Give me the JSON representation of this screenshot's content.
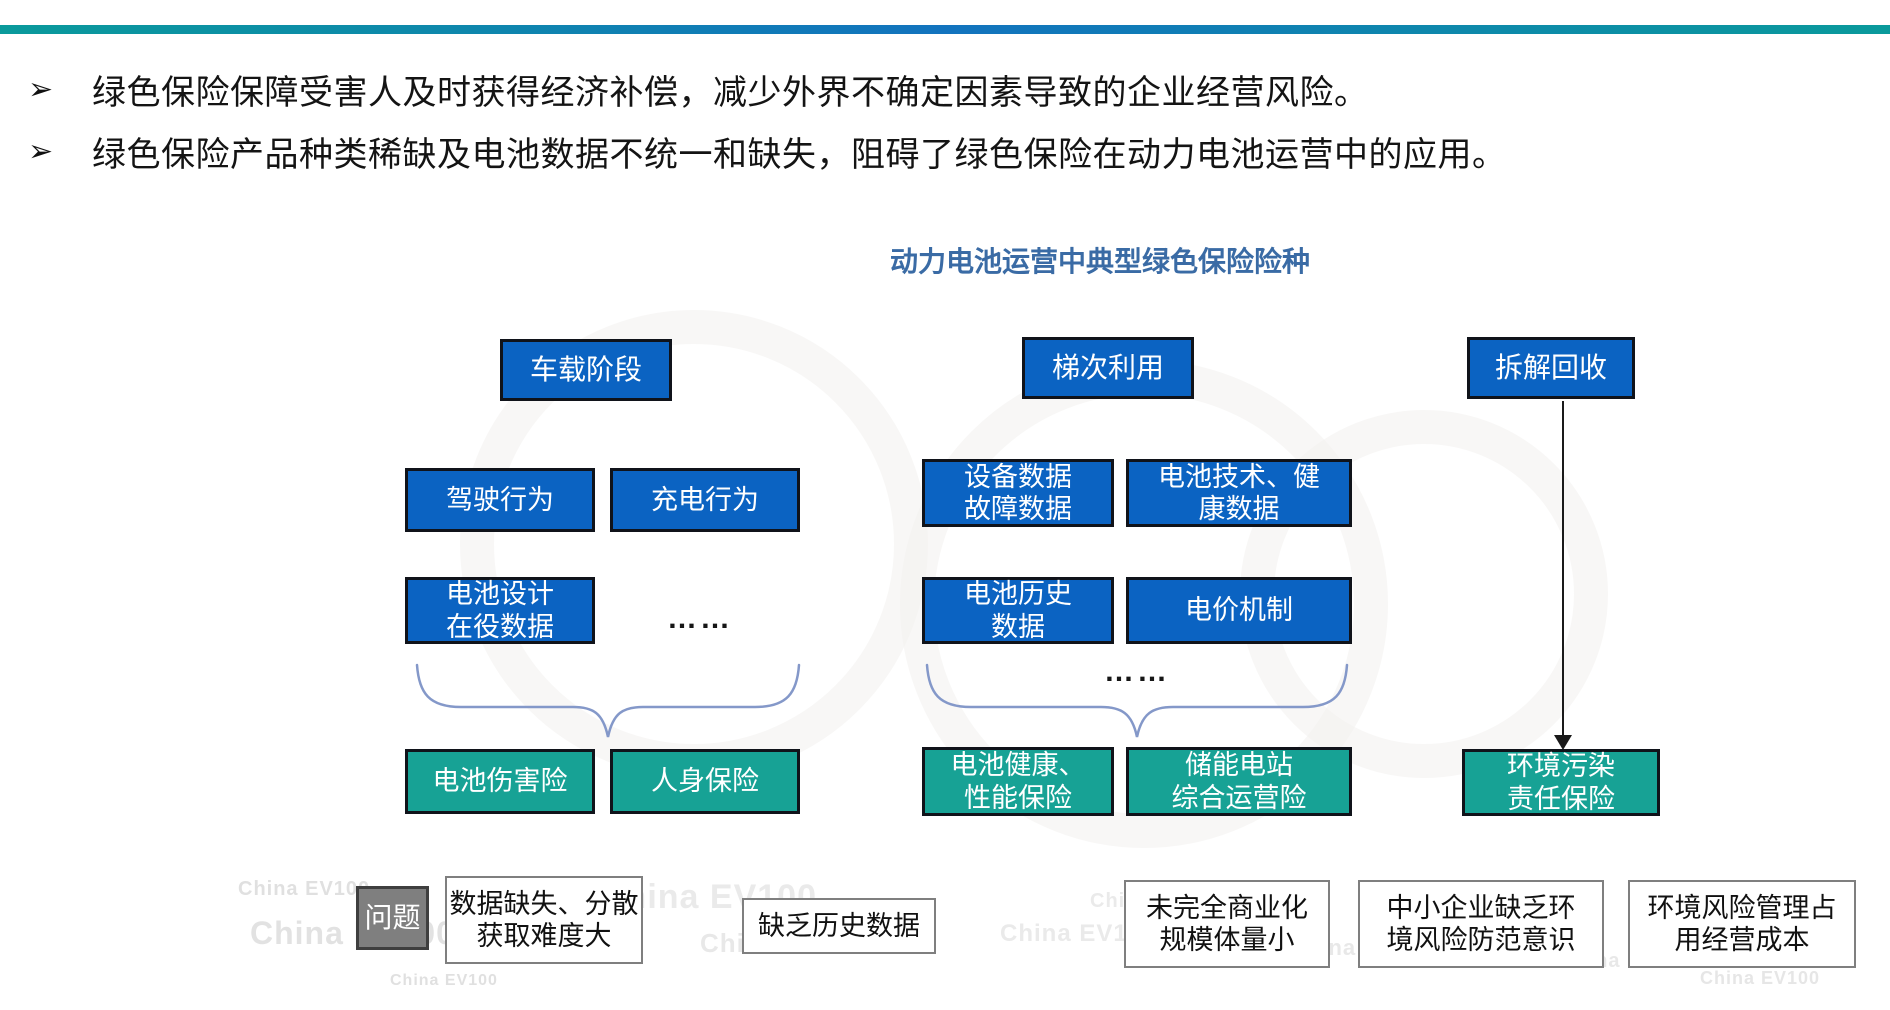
{
  "bullets": [
    {
      "marker": "➢",
      "text": "绿色保险保障受害人及时获得经济补偿，减少外界不确定因素导致的企业经营风险。"
    },
    {
      "marker": "➢",
      "text": "绿色保险产品种类稀缺及电池数据不统一和缺失，阻碍了绿色保险在动力电池运营中的应用。"
    }
  ],
  "diagram": {
    "title": "动力电池运营中典型绿色保险险种",
    "columns": [
      {
        "header": "车载阶段",
        "boxes": [
          "驾驶行为",
          "充电行为",
          "电池设计\n在役数据"
        ],
        "ellipsis": "……",
        "insurance": [
          "电池伤害险",
          "人身保险"
        ]
      },
      {
        "header": "梯次利用",
        "boxes": [
          "设备数据\n故障数据",
          "电池技术、健\n康数据",
          "电池历史\n数据",
          "电价机制"
        ],
        "ellipsis": "……",
        "insurance": [
          "电池健康、\n性能保险",
          "储能电站\n综合运营险"
        ]
      },
      {
        "header": "拆解回收",
        "insurance": [
          "环境污染\n责任保险"
        ]
      }
    ]
  },
  "problems": {
    "label": "问题",
    "items": [
      "数据缺失、分散\n获取难度大",
      "缺乏历史数据",
      "未完全商业化\n规模体量小",
      "中小企业缺乏环\n境风险防范意识",
      "环境风险管理占\n用经营成本"
    ]
  },
  "watermark": {
    "text": "China EV100"
  },
  "colors": {
    "barTeal": "#0a9a9b",
    "barBlue": "#1273be",
    "stageFill": "#0b63c2",
    "insuranceFill": "#17a295",
    "boxBorder": "#10131a",
    "boxText": "#ffffff",
    "titleBlue": "#3a6ba5",
    "braceStroke": "#8498c9",
    "problemLabelFill": "#7f7f7f",
    "problemBorder": "#7f7f7f",
    "bodyText": "#141414",
    "watermarkGray": "#d9d9d9"
  }
}
